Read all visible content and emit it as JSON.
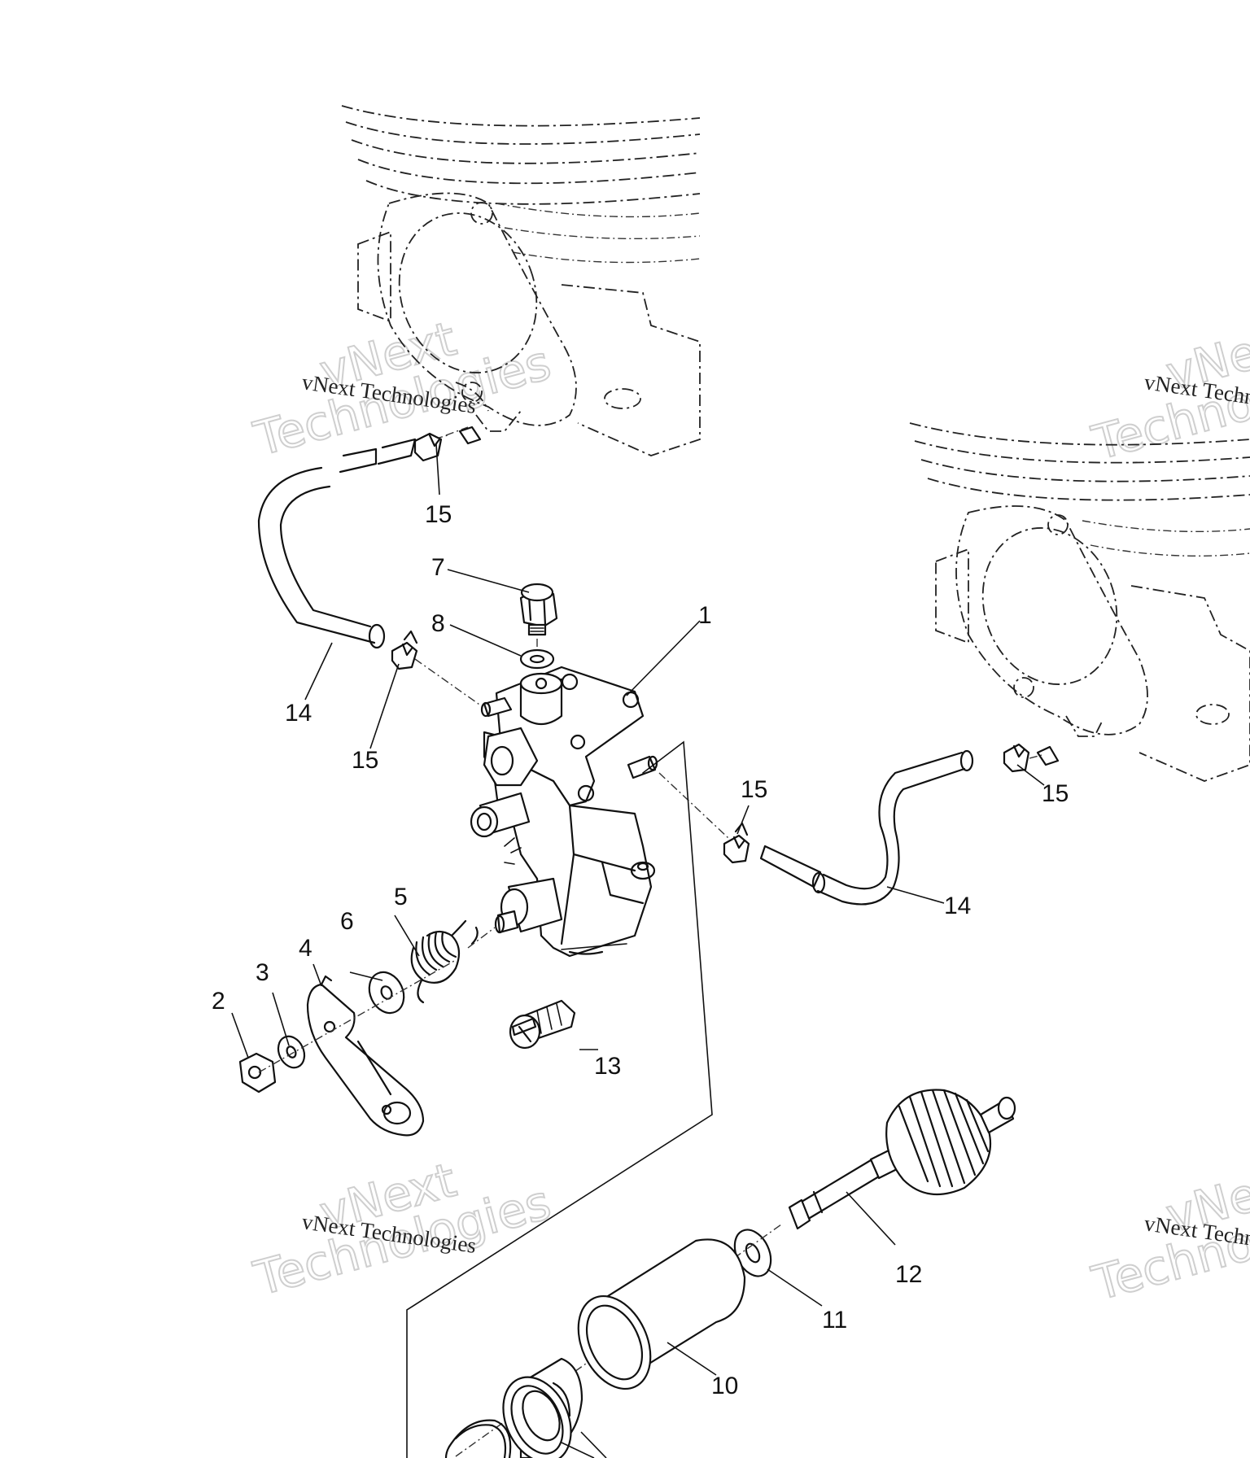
{
  "watermark": {
    "line": "vNext Technologies",
    "big_top": "vNext",
    "big_bottom": "Technologies"
  },
  "callouts": {
    "c1": "1",
    "c2": "2",
    "c3": "3",
    "c4": "4",
    "c5": "5",
    "c6": "6",
    "c7": "7",
    "c8": "8",
    "c10": "10",
    "c11": "11",
    "c12": "12",
    "c13": "13",
    "c14a": "14",
    "c14b": "14",
    "c15a": "15",
    "c15b": "15",
    "c15c": "15",
    "c15d": "15"
  }
}
